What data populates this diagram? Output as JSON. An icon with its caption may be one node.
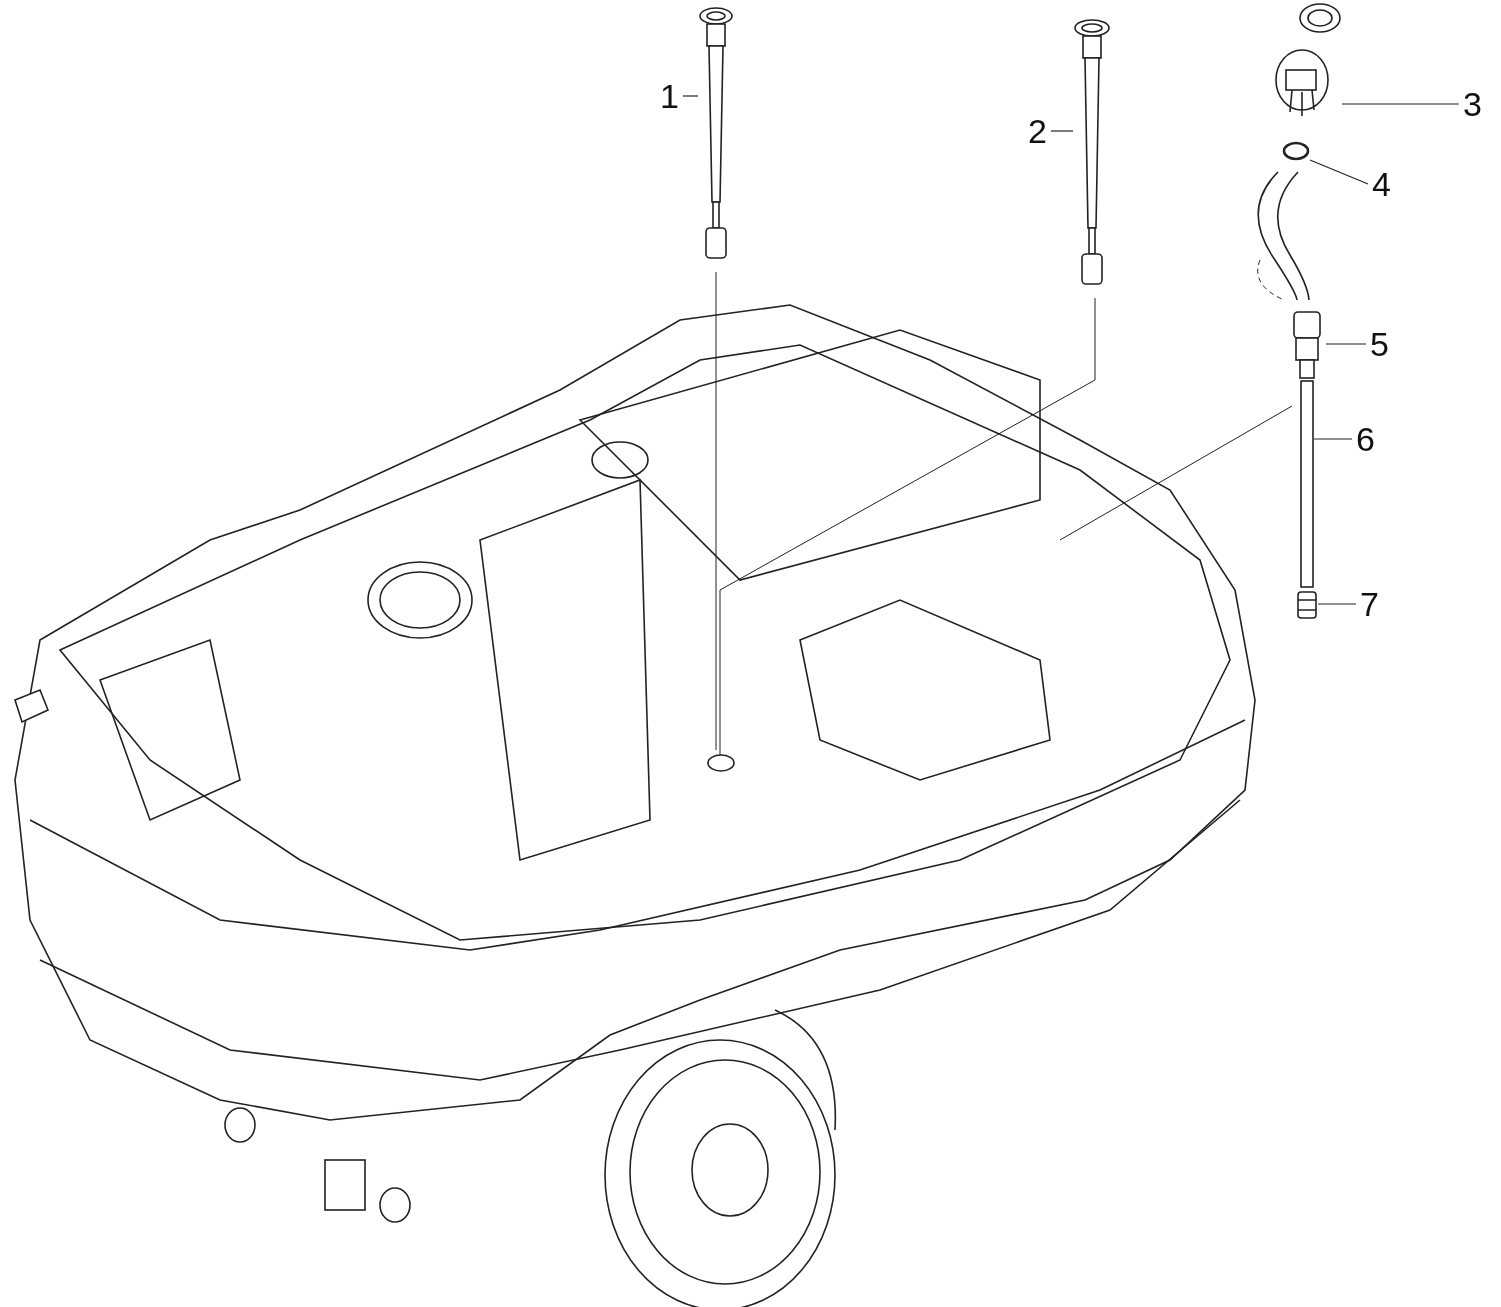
{
  "diagram": {
    "nodes": [
      {
        "text": [
          "1"
        ]
      },
      {
        "text": [
          "2"
        ]
      },
      {
        "text": [
          "3"
        ]
      },
      {
        "text": [
          "4"
        ]
      },
      {
        "text": [
          "5"
        ]
      },
      {
        "text": [
          "6"
        ]
      },
      {
        "text": [
          "7"
        ]
      },
      {
        "text": [],
        "shape": "picture"
      },
      {
        "text": [],
        "shape": "picture"
      },
      {
        "text": [],
        "shape": "picture"
      },
      {
        "text": [],
        "shape": "circle"
      },
      {
        "text": [],
        "shape": "picture"
      },
      {
        "text": [],
        "shape": "bar"
      },
      {
        "text": [],
        "shape": "picture"
      }
    ],
    "edges": [
      {
        "from": 0,
        "to": 7,
        "arrow": "none"
      },
      {
        "from": 1,
        "to": 8,
        "arrow": "none"
      },
      {
        "from": 2,
        "to": 9,
        "arrow": "none"
      },
      {
        "from": 3,
        "to": 10,
        "arrow": "none"
      },
      {
        "from": 4,
        "to": 11,
        "arrow": "none"
      },
      {
        "from": 5,
        "to": 12,
        "arrow": "none"
      },
      {
        "from": 6,
        "to": 13,
        "arrow": "none"
      }
    ]
  }
}
